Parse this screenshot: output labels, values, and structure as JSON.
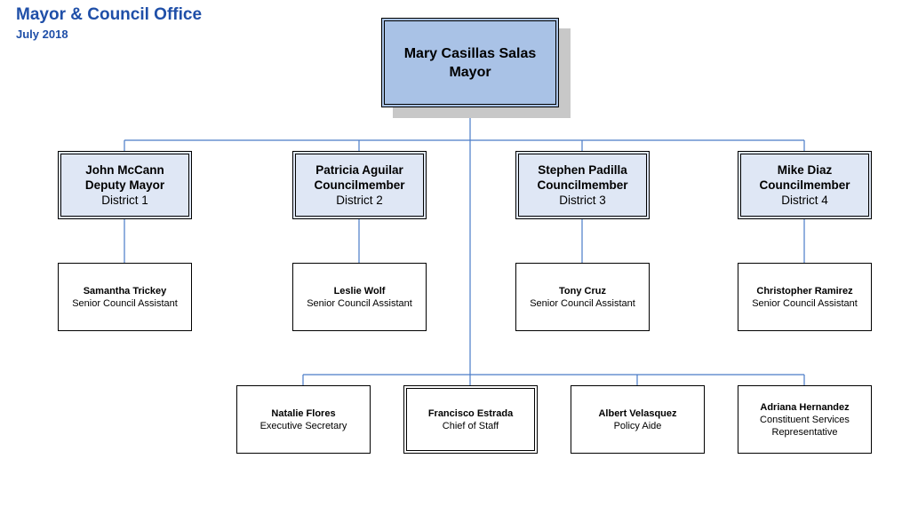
{
  "header": {
    "title": "Mayor & Council Office",
    "date": "July 2018"
  },
  "colors": {
    "title": "#1f4fa8",
    "mayor_fill": "#a9c2e6",
    "council_fill": "#dfe7f5",
    "connector": "#4a7cc7"
  },
  "mayor": {
    "name": "Mary Casillas Salas",
    "title": "Mayor"
  },
  "council": [
    {
      "name": "John McCann",
      "title": "Deputy Mayor",
      "district": "District 1"
    },
    {
      "name": "Patricia Aguilar",
      "title": "Councilmember",
      "district": "District 2"
    },
    {
      "name": "Stephen Padilla",
      "title": "Councilmember",
      "district": "District 3"
    },
    {
      "name": "Mike Diaz",
      "title": "Councilmember",
      "district": "District 4"
    }
  ],
  "council_assistants": [
    {
      "name": "Samantha Trickey",
      "role": "Senior Council Assistant"
    },
    {
      "name": "Leslie Wolf",
      "role": "Senior Council Assistant"
    },
    {
      "name": "Tony Cruz",
      "role": "Senior Council Assistant"
    },
    {
      "name": "Christopher Ramirez",
      "role": "Senior Council Assistant"
    }
  ],
  "mayor_staff": [
    {
      "name": "Natalie Flores",
      "role": "Executive Secretary"
    },
    {
      "name": "Francisco Estrada",
      "role": "Chief of Staff"
    },
    {
      "name": "Albert Velasquez",
      "role": "Policy Aide"
    },
    {
      "name": "Adriana Hernandez",
      "role_line1": "Constituent Services",
      "role_line2": "Representative"
    }
  ]
}
